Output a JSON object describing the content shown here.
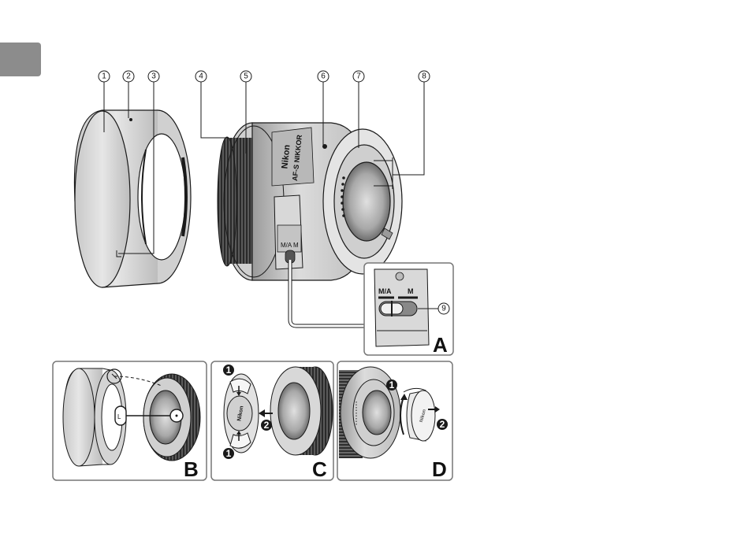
{
  "callouts": [
    "1",
    "2",
    "3",
    "4",
    "5",
    "6",
    "7",
    "8",
    "9"
  ],
  "lens_brand": "Nikon",
  "lens_name": "AF-S NIKKOR",
  "switch": {
    "ma_label": "M/A",
    "m_label": "M"
  },
  "panels": {
    "a": "A",
    "b": "B",
    "c": "C",
    "d": "D"
  },
  "hood_mark": "L",
  "steps": {
    "one": "1",
    "two": "2"
  },
  "colors": {
    "tab": "#8c8c8c",
    "stroke": "#1a1a1a",
    "lens_body": "#d6d6d6",
    "panel_border": "#777777"
  }
}
